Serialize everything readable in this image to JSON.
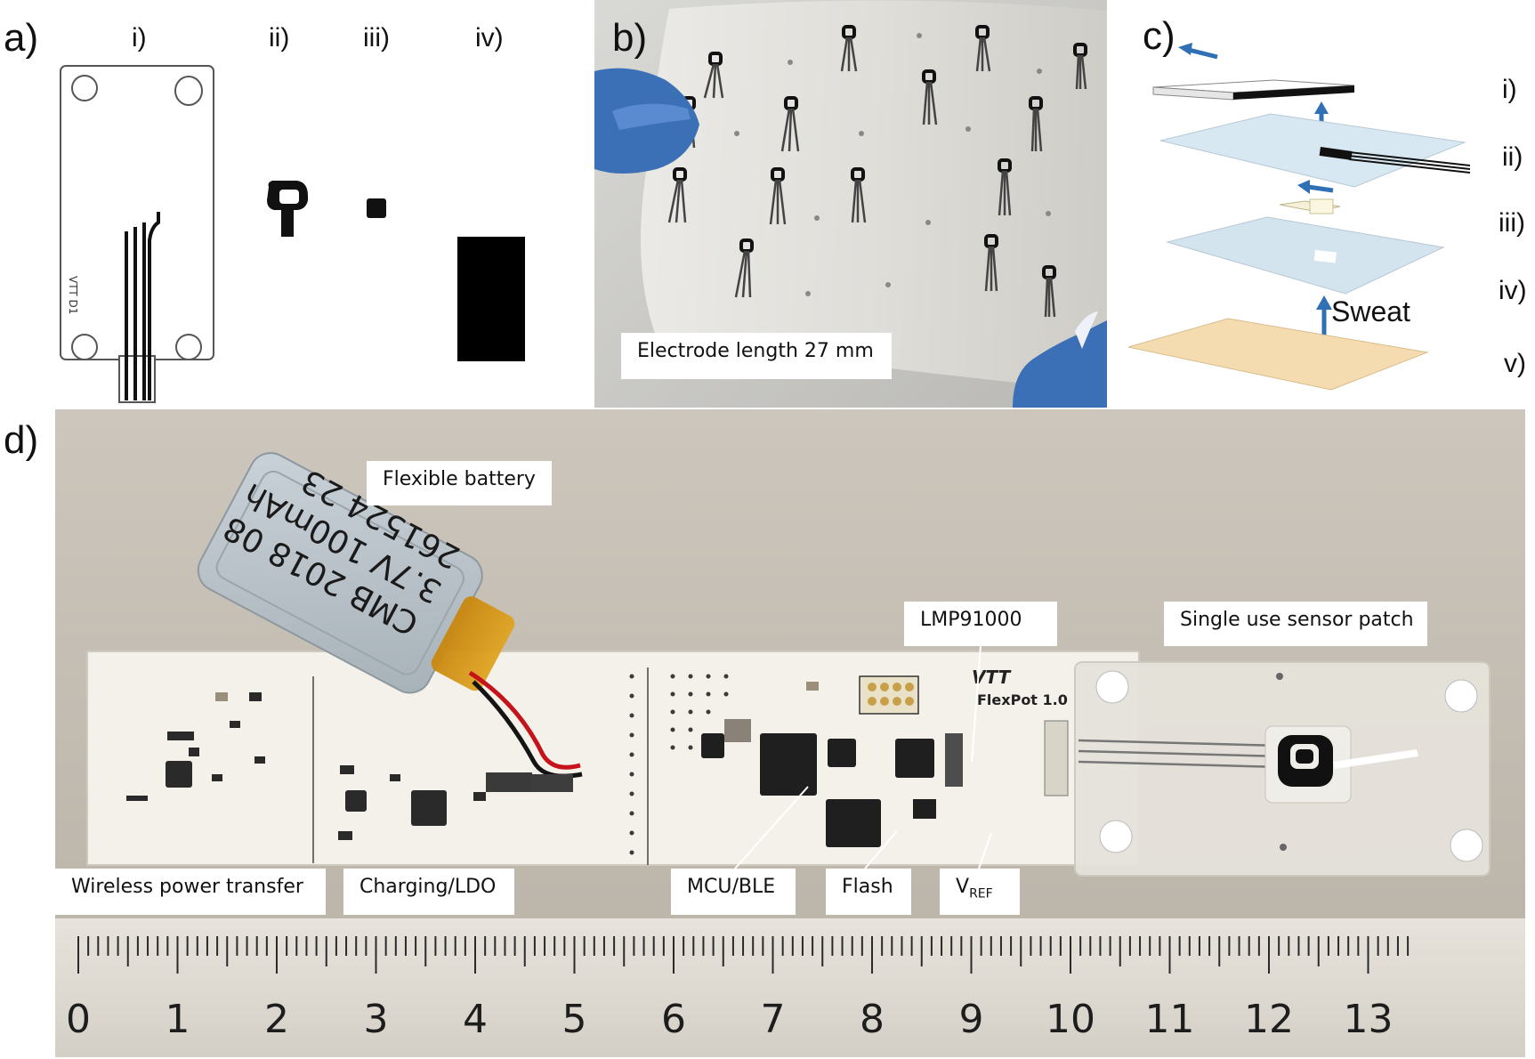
{
  "panels": {
    "a": {
      "letter": "a)",
      "sublabels": [
        "i)",
        "ii)",
        "iii)",
        "iv)"
      ],
      "chip_text": "VTT D1"
    },
    "b": {
      "letter": "b)",
      "caption": "Electrode length 27 mm"
    },
    "c": {
      "letter": "c)",
      "sublabels": [
        "i)",
        "ii)",
        "iii)",
        "iv)",
        "v)"
      ],
      "sweat_label": "Sweat"
    },
    "d": {
      "letter": "d)",
      "labels": {
        "flexible_battery": "Flexible battery",
        "lmp": "LMP91000",
        "sensor_patch": "Single use sensor patch",
        "wireless": "Wireless power transfer",
        "charging": "Charging/LDO",
        "mcu": "MCU/BLE",
        "flash": "Flash",
        "vref_main": "V",
        "vref_sub": "REF"
      },
      "battery_text": [
        "CMB 2018 08",
        "3.7V 100mAh",
        "261524 23"
      ],
      "board_brand": "VTT",
      "board_name": "FlexPot 1.0",
      "ruler_numbers": [
        "0",
        "1",
        "2",
        "3",
        "4",
        "5",
        "6",
        "7",
        "8",
        "9",
        "10",
        "11",
        "12",
        "13"
      ]
    }
  },
  "colors": {
    "arrow": "#2f6fb3",
    "glove": "#3b6fb6",
    "skin_layer": "#f5dcb0",
    "film_layer": "#cfe2ee"
  }
}
